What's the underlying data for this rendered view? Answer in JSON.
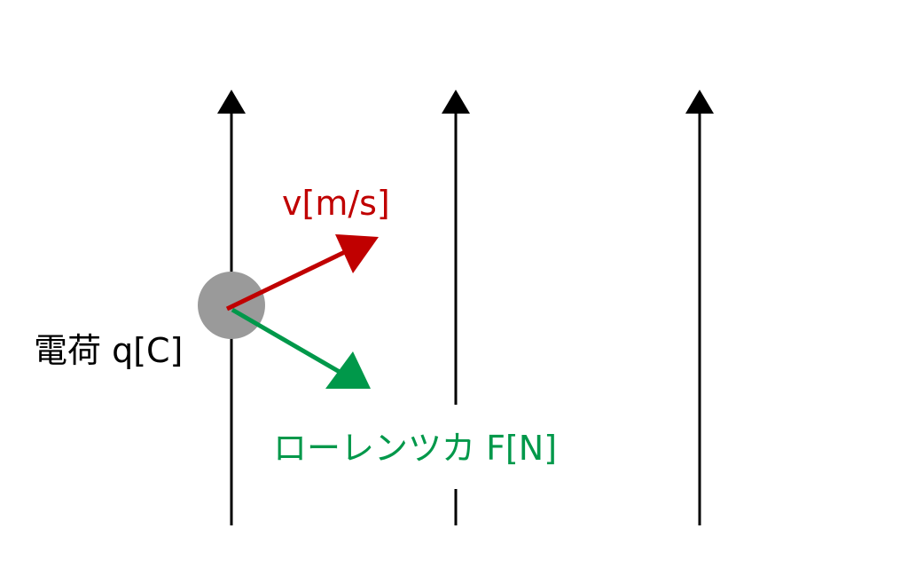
{
  "labels": {
    "velocity": "v[m/s]",
    "charge": "電荷 q[C]",
    "force": "ローレンツカ F[N]"
  },
  "colors": {
    "velocity": "#c00000",
    "force": "#00984a",
    "charge": "#9a9a9a",
    "field": "#000000",
    "text": "#000000"
  }
}
